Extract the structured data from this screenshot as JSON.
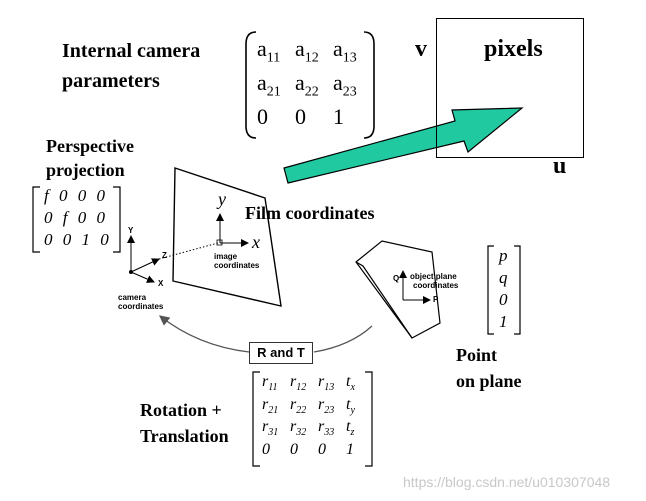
{
  "internal": {
    "label_line1": "Internal camera",
    "label_line2": "parameters",
    "matrix_rows": [
      [
        "a11",
        "a12",
        "a13"
      ],
      [
        "a21",
        "a22",
        "a23"
      ],
      [
        "0",
        "0",
        "1"
      ]
    ]
  },
  "pixels": {
    "label": "pixels",
    "v_axis": "v",
    "u_axis": "u"
  },
  "perspective": {
    "label_line1": "Perspective",
    "label_line2": "projection",
    "matrix_rows": [
      "f 0 0 0",
      "0 f 0 0",
      "0 0 1 0"
    ]
  },
  "film": {
    "label": "Film coordinates",
    "y_axis": "y",
    "x_axis": "x",
    "image_coords_line1": "image",
    "image_coords_line2": "coordinates"
  },
  "camera": {
    "y_axis": "Y",
    "z_axis": "Z",
    "x_axis": "X",
    "label_line1": "camera",
    "label_line2": "coordinates"
  },
  "object_plane": {
    "q_axis": "Q",
    "p_axis": "P",
    "label_line1": "object plane",
    "label_line2": "coordinates"
  },
  "point_vector": [
    "p",
    "q",
    "0",
    "1"
  ],
  "point": {
    "label_line1": "Point",
    "label_line2": "on plane"
  },
  "rt_label": "R and T",
  "rotation": {
    "label_line1": "Rotation +",
    "label_line2": "Translation",
    "matrix_rows": [
      [
        "r11",
        "r12",
        "r13",
        "tx"
      ],
      [
        "r21",
        "r22",
        "r23",
        "ty"
      ],
      [
        "r31",
        "r32",
        "r33",
        "tz"
      ],
      [
        "0",
        "0",
        "0",
        "1"
      ]
    ]
  },
  "watermark": "https://blog.csdn.net/u010307048",
  "colors": {
    "arrow_fill": "#20c9a0",
    "arrow_stroke": "#000000",
    "ink": "#000000",
    "watermark": "#c8c8c8"
  }
}
